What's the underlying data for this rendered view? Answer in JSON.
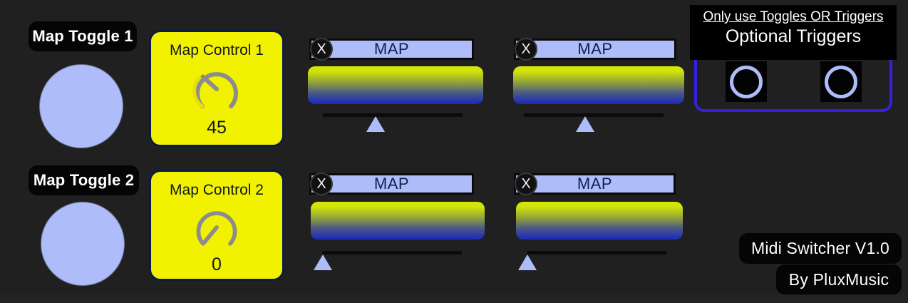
{
  "app": {
    "title": "Midi Switcher V1.0",
    "author": "By PluxMusic",
    "background": "#202020"
  },
  "colors": {
    "accent_blue": "#aebcfa",
    "panel_yellow": "#f2f200",
    "panel_border_navy": "#0b1b46",
    "trigger_border": "#3521dd",
    "meter_top": "#d6e906",
    "meter_bottom": "#2029b6",
    "text_dark": "#13204e"
  },
  "toggles": [
    {
      "label": "Map Toggle 1",
      "icon": "toggle-circle-icon",
      "state": "on"
    },
    {
      "label": "Map Toggle 2",
      "icon": "toggle-circle-icon",
      "state": "on"
    }
  ],
  "knobs": [
    {
      "title": "Map Control 1",
      "value": "45",
      "value_number": 45,
      "min": 0,
      "max": 127,
      "icon": "rotary-knob-icon"
    },
    {
      "title": "Map Control 2",
      "value": "0",
      "value_number": 0,
      "min": 0,
      "max": 127,
      "icon": "rotary-knob-icon"
    }
  ],
  "map_slots": [
    {
      "map_label": "MAP",
      "clear_label": "X",
      "clear_icon": "clear-x-icon",
      "slider_position_pct": 42
    },
    {
      "map_label": "MAP",
      "clear_label": "X",
      "clear_icon": "clear-x-icon",
      "slider_position_pct": 44
    },
    {
      "map_label": "MAP",
      "clear_label": "X",
      "clear_icon": "clear-x-icon",
      "slider_position_pct": 0
    },
    {
      "map_label": "MAP",
      "clear_label": "X",
      "clear_icon": "clear-x-icon",
      "slider_position_pct": 0
    }
  ],
  "triggers": {
    "warning": "Only use Toggles OR Triggers",
    "title": "Optional Triggers",
    "buttons": [
      {
        "icon": "trigger-ring-icon",
        "state": "off"
      },
      {
        "icon": "trigger-ring-icon",
        "state": "off"
      }
    ]
  }
}
